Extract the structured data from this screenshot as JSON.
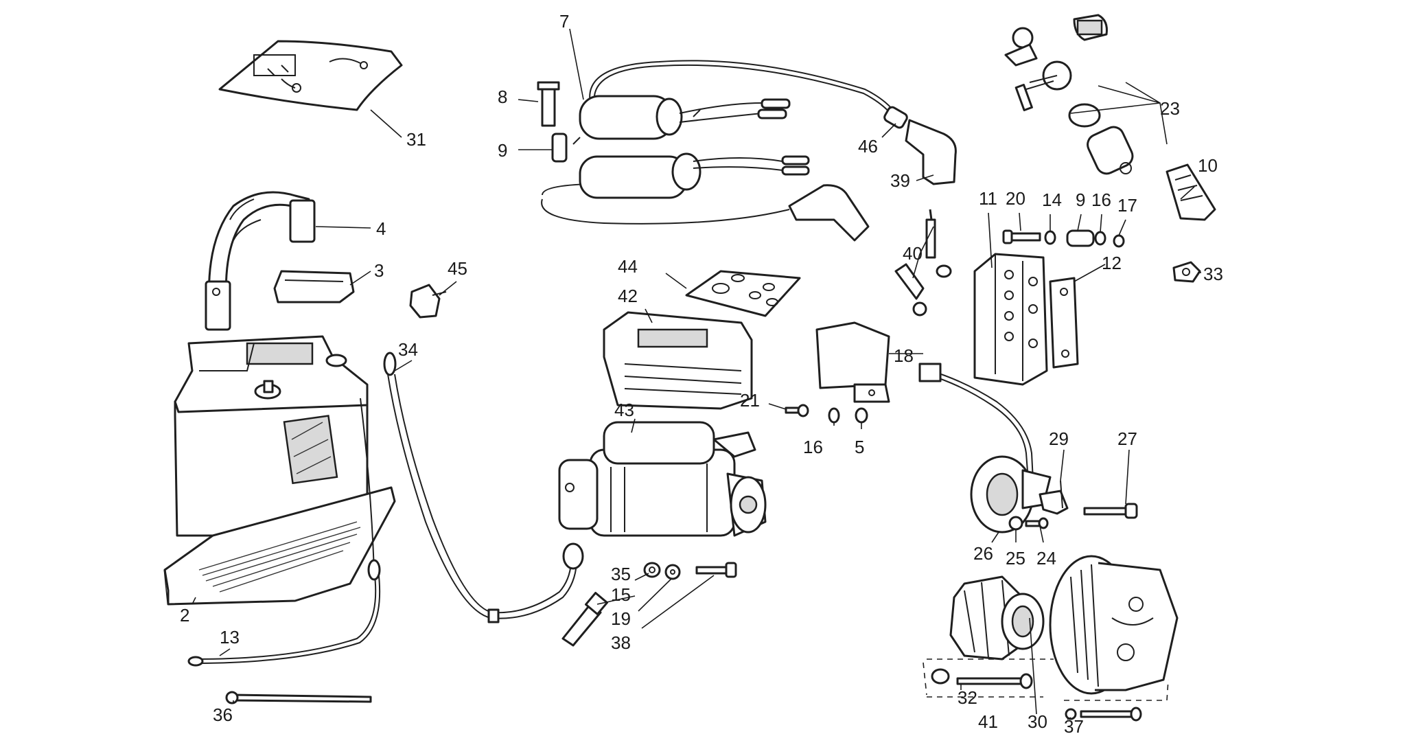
{
  "callouts": {
    "c1": "31",
    "c2": "7",
    "c3": "8",
    "c4": "9",
    "c5": "46",
    "c6": "39",
    "c7": "23",
    "c8": "10",
    "c9": "4",
    "c10": "3",
    "c11": "45",
    "c12": "44",
    "c13": "42",
    "c14": "34",
    "c15": "18",
    "c16": "11",
    "c17": "20",
    "c18": "14",
    "c19": "9",
    "c20": "16",
    "c21": "17",
    "c22": "12",
    "c23": "33",
    "c24": "40",
    "c25": "21",
    "c26": "43",
    "c27": "16",
    "c28": "5",
    "c29": "29",
    "c30": "27",
    "c31": "26",
    "c32": "25",
    "c33": "24",
    "c34": "35",
    "c35": "15",
    "c36": "19",
    "c37": "38",
    "c38": "2",
    "c39": "13",
    "c40": "36",
    "c41": "32",
    "c42": "41",
    "c43": "30",
    "c44": "37"
  }
}
